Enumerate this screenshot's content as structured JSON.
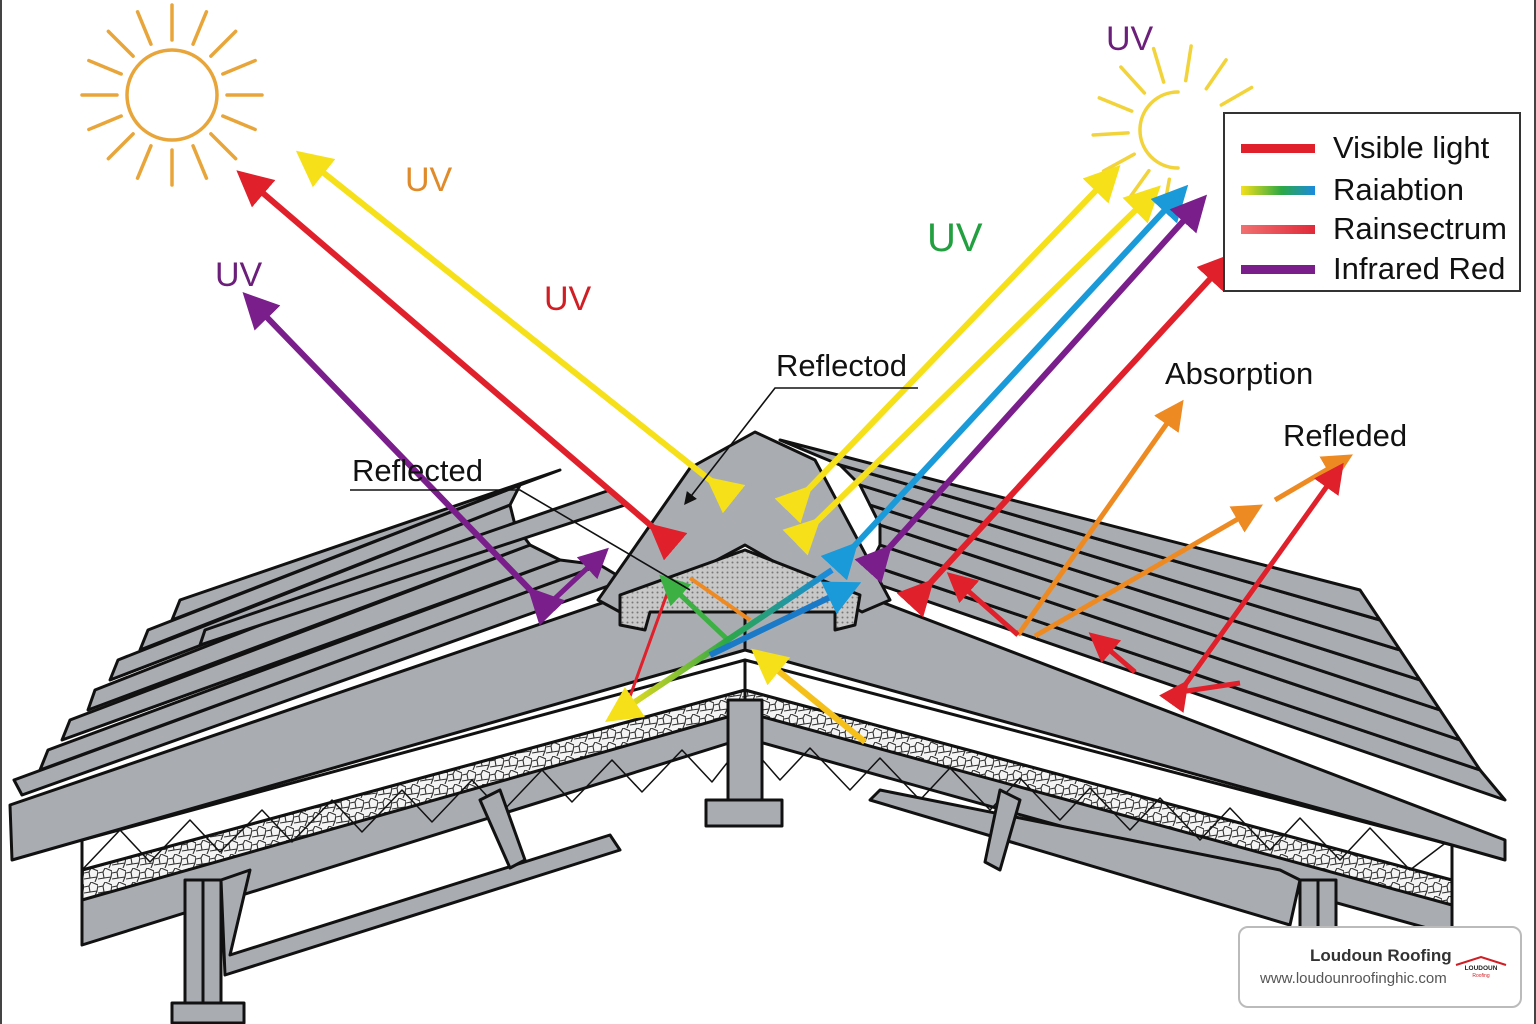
{
  "diagram": {
    "subject": "Roof cross-section showing solar radiation reflection and absorption",
    "labels": {
      "uv_orange": "UV",
      "uv_purple_left": "UV",
      "uv_red": "UV",
      "uv_green": "UV",
      "uv_purple_top": "UV",
      "reflectod": "Reflectod",
      "reflected": "Reflected",
      "absorption": "Absorption",
      "refleded": "Refleded"
    },
    "colors": {
      "sun": "#E8A53A",
      "sun_right": "#F2D33A",
      "visible_light": "#E0202A",
      "radiation_yellow": "#F5E01A",
      "radiation_blue": "#1A9AD8",
      "infrared": "#7A1E8C",
      "absorption": "#EE8A22",
      "roof_gray": "#A9ADB2",
      "uv_orange": "#E08A2A",
      "uv_purple": "#6B1E7A",
      "uv_red": "#D01E24",
      "uv_green": "#22A040"
    }
  },
  "legend": {
    "items": [
      {
        "label": "Visible light",
        "color": "#E0202A"
      },
      {
        "label": "Raiabtion",
        "color": "gradient-yellow-green-blue"
      },
      {
        "label": "Rainsectrum",
        "color": "#E85050"
      },
      {
        "label": "Infrared Red",
        "color": "#7A1E8C"
      }
    ]
  },
  "brand": {
    "name": "Loudoun Roofing",
    "url": "www.loudounroofinghic.com",
    "logo_text_top": "LOUDOUN",
    "logo_text_bottom": "Roofing"
  }
}
